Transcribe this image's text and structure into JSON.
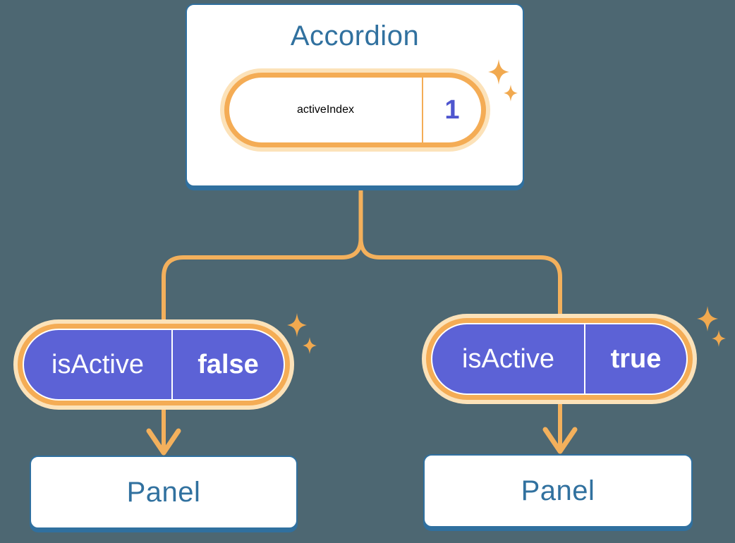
{
  "diagram": {
    "description": "React component tree diagram: Accordion parent holding state, passing isActive props to two Panel children",
    "root": {
      "title": "Accordion",
      "state_pill": {
        "label": "activeIndex",
        "value": "1"
      }
    },
    "children": [
      {
        "prop_pill": {
          "label": "isActive",
          "value": "false"
        },
        "panel": {
          "title": "Panel"
        }
      },
      {
        "prop_pill": {
          "label": "isActive",
          "value": "true"
        },
        "panel": {
          "title": "Panel"
        }
      }
    ],
    "icons": {
      "sparkle": "four-pointed-star-sparkle",
      "arrow": "downward-arrow"
    },
    "colors": {
      "background": "#4D6772",
      "card_fill": "#FFFFFF",
      "card_border_blue": "#30709F",
      "heading_text_blue": "#31719F",
      "pill_ring_orange": "#F4AC55",
      "pill_glow_cream": "#FCE2B9",
      "connector_orange": "#F3B05C",
      "sparkle_orange": "#F1A94F",
      "prop_pill_purple": "#5C62D6",
      "state_text_purple": "#6067DA",
      "state_value_purple": "#4F56CF",
      "prop_text_white": "#FFFFFF"
    }
  }
}
